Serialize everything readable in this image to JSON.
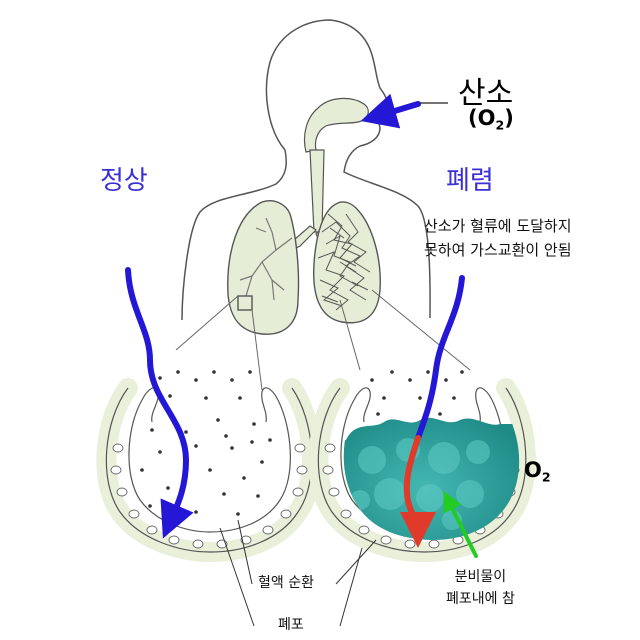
{
  "labels": {
    "oxygen_word": "산소",
    "oxygen_formula_base": "(O",
    "oxygen_formula_sub": "2",
    "oxygen_formula_close": ")",
    "normal": "정상",
    "pneumonia": "폐렴",
    "note_line1": "산소가 혈류에 도달하지",
    "note_line2": "못하여 가스교환이 안됨",
    "o2_base": "O",
    "o2_sub": "2",
    "blood_circulation": "혈액 순환",
    "alveolus": "폐포",
    "fluid_line1": "분비물이",
    "fluid_line2": "폐포내에 참"
  },
  "colors": {
    "normal_label": "#3b2fd6",
    "pneumonia_label": "#3b2fd6",
    "oxygen_flow": "#2418d6",
    "blocked_flow": "#e03a2a",
    "fluid": "#2fa39e",
    "fluid_pointer": "#22cc22",
    "alveolus_wall": "#e9efd9",
    "outline": "#555555"
  }
}
